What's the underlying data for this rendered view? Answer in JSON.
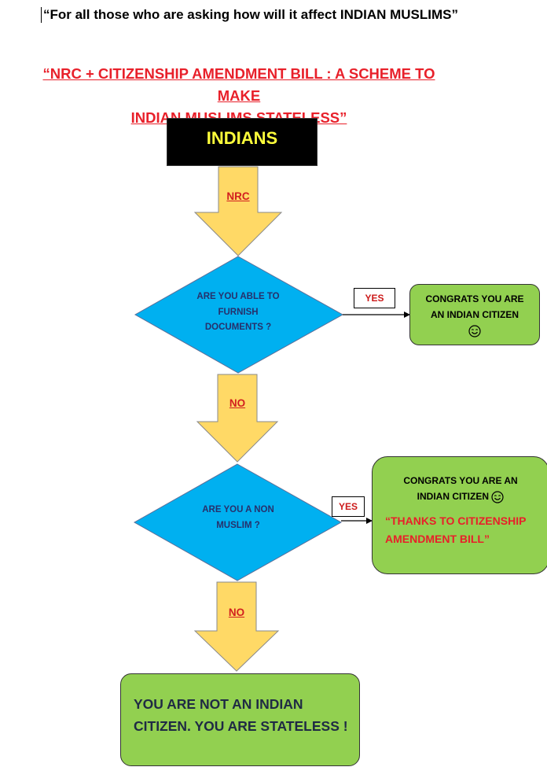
{
  "intro_text": "“For all those who are asking how will it affect INDIAN MUSLIMS”",
  "headline": {
    "line1": "“NRC + CITIZENSHIP AMENDMENT BILL : A SCHEME TO MAKE",
    "line2": "INDIAN MUSLIMS STATELESS”"
  },
  "start_box": "INDIANS",
  "arrows": {
    "first": "NRC",
    "second": "NO",
    "third": "NO"
  },
  "decisions": {
    "documents": {
      "line1": "ARE YOU ABLE TO",
      "line2": "FURNISH",
      "line3": "DOCUMENTS ?",
      "yes_label": "YES"
    },
    "non_muslim": {
      "line1": "ARE YOU A NON",
      "line2": "MUSLIM ?",
      "yes_label": "YES"
    }
  },
  "results": {
    "citizen1": {
      "line1": "CONGRATS YOU ARE",
      "line2": "AN INDIAN CITIZEN",
      "icon": "smile-icon"
    },
    "citizen2": {
      "line1": "CONGRATS YOU ARE AN",
      "line2": "INDIAN CITIZEN",
      "icon": "smile-icon",
      "quote_line1": "“THANKS TO CITIZENSHIP",
      "quote_line2": "AMENDMENT BILL”"
    },
    "stateless": {
      "line1": "YOU ARE NOT AN INDIAN",
      "line2": "CITIZEN. YOU ARE STATELESS !"
    }
  },
  "colors": {
    "arrow_fill": "#ffd966",
    "diamond_fill": "#00b0f0",
    "green_fill": "#92d050",
    "headline_red": "#e8202a",
    "start_text": "#ffff3b"
  }
}
